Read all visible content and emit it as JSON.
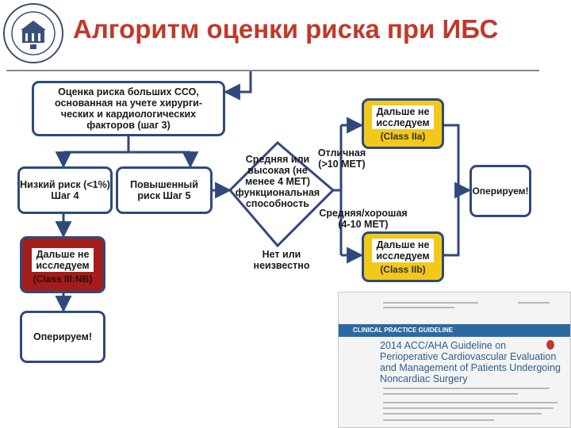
{
  "title": "Алгоритм оценки риска при ИБС",
  "colors": {
    "title": "#c0392b",
    "box_border": "#2f4a7a",
    "yellow": "#f2c81a",
    "red": "#a51c1c"
  },
  "logo": {
    "icon": "university-emblem"
  },
  "flow": {
    "step3": "Оценка риска больших ССО, основанная на учете хирурги- ческих и кардиологических факторов (шаг 3)",
    "low_risk": "Низкий риск (<1%) Шаг 4",
    "high_risk": "Повышенный риск Шаг 5",
    "no_further_red": {
      "text": "Дальше не исследуем",
      "class": "(Class III:NB)"
    },
    "operate_left": "Оперируем!",
    "diamond": "Средняя или высокая (не менее 4 МЕТ) функциональная способность",
    "unknown": "Нет или неизвестно",
    "excellent": "Отличная (>10 МЕТ)",
    "moderate": "Средняя/хорошая (4-10 МЕТ)",
    "no_further_2a": {
      "text": "Дальше не исследуем",
      "class": "(Class IIa)"
    },
    "no_further_2b": {
      "text": "Дальше не исследуем",
      "class": "(Class IIb)"
    },
    "operate_right": "Оперируем!"
  },
  "document": {
    "band": "CLINICAL PRACTICE GUIDELINE",
    "title": "2014 ACC/AHA Guideline on Perioperative Cardiovascular Evaluation and Management of Patients Undergoing Noncardiac Surgery"
  }
}
